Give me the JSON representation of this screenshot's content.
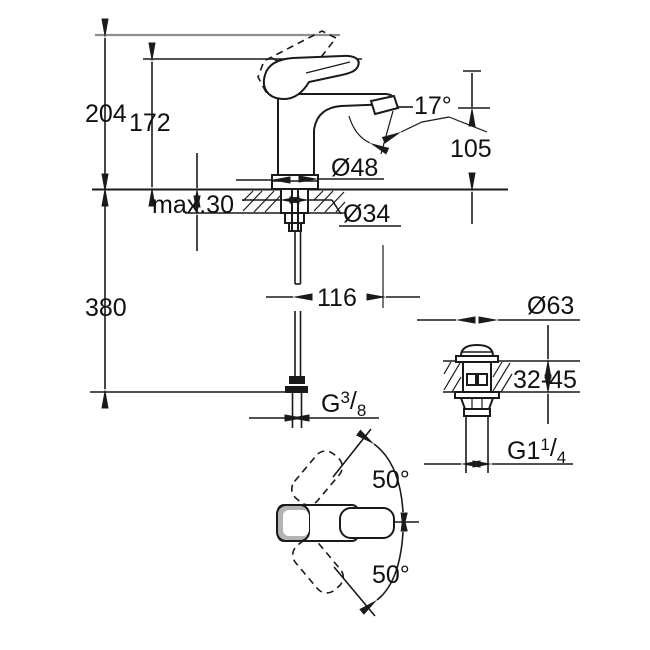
{
  "page": {
    "background": "#ffffff",
    "line_color": "#1a1a1a",
    "reference_line_color": "#8f8f8f",
    "handle_cap_shade": "#b4b4b4"
  },
  "labels": {
    "overall_height": "204",
    "height_to_handle": "172",
    "max_deck_thickness": "max.30",
    "hose_length": "380",
    "base_diameter": "Ø48",
    "shank_diameter": "Ø34",
    "spout_height": "105",
    "spout_angle": "17°",
    "spout_reach": "116",
    "supply_thread": {
      "base": "G",
      "sup": "3",
      "slash": "/",
      "sub": "8"
    },
    "drain_flange_diameter": "Ø63",
    "drain_deck_thickness": "32-45",
    "drain_thread": {
      "base": "G1",
      "sup": "1",
      "slash": "/",
      "sub": "4"
    },
    "handle_swing_up": "50°",
    "handle_swing_down": "50°"
  }
}
